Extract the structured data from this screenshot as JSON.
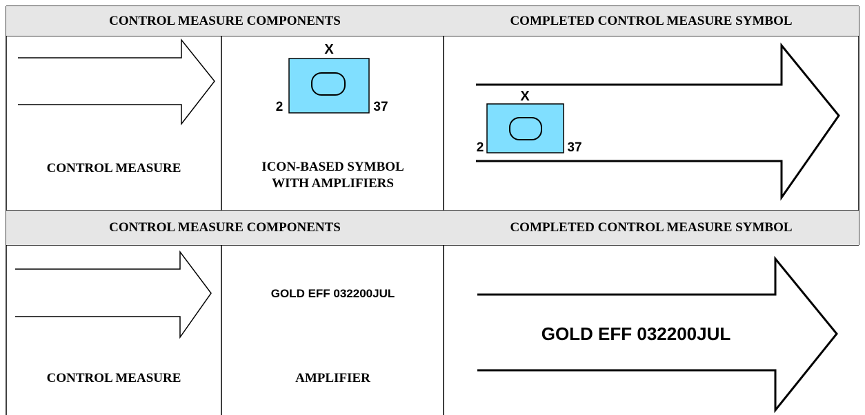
{
  "sections": [
    {
      "header_components": "CONTROL MEASURE COMPONENTS",
      "header_completed": "COMPLETED CONTROL MEASURE SYMBOL",
      "caption_control": "CONTROL MEASURE",
      "caption_icon": "ICON-BASED SYMBOL WITH AMPLIFIERS",
      "amp_top": "X",
      "amp_left": "2",
      "amp_right": "37",
      "completed_amp_top": "X",
      "completed_amp_left": "2",
      "completed_amp_right": "37"
    },
    {
      "header_components": "CONTROL MEASURE COMPONENTS",
      "header_completed": "COMPLETED CONTROL MEASURE SYMBOL",
      "caption_control": "CONTROL MEASURE",
      "caption_amplifier": "AMPLIFIER",
      "amplifier_text": "GOLD EFF 032200JUL",
      "completed_text": "GOLD EFF 032200JUL"
    }
  ],
  "colors": {
    "header_bg": "#e6e6e6",
    "icon_fill": "#80dfff",
    "border": "#000000"
  }
}
